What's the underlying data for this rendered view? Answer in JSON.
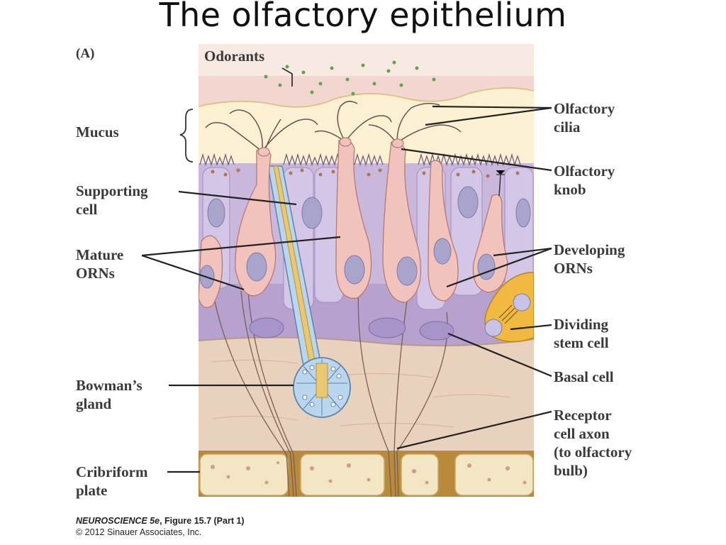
{
  "title": "The olfactory epithelium",
  "panel_label": "(A)",
  "labels": {
    "odorants": "Odorants",
    "mucus": "Mucus",
    "supporting_cell": [
      "Supporting",
      "cell"
    ],
    "mature_orns": [
      "Mature",
      "ORNs"
    ],
    "bowmans_gland": [
      "Bowman’s",
      "gland"
    ],
    "cribriform_plate": [
      "Cribriform",
      "plate"
    ],
    "olfactory_cilia": [
      "Olfactory",
      "cilia"
    ],
    "olfactory_knob": [
      "Olfactory",
      "knob"
    ],
    "developing_orns": [
      "Developing",
      "ORNs"
    ],
    "dividing_stem_cell": [
      "Dividing",
      "stem cell"
    ],
    "basal_cell": "Basal cell",
    "receptor_cell_axon": [
      "Receptor",
      "cell axon",
      "(to olfactory",
      "bulb)"
    ]
  },
  "credit": {
    "book_italic": "NEUROSCIENCE 5e",
    "book_rest": ", Figure 15.7 (Part 1)",
    "copyright": "© 2012 Sinauer Associates, Inc."
  },
  "colors": {
    "air": "#f3d6cf",
    "mucus": "#fbf1d2",
    "epithelium": "#c9b8dc",
    "lamina": "#e9d2bd",
    "bone": "#f2e6c4",
    "orn": "#f2c3bd",
    "gland": "#b9d6ee",
    "stem_cell": "#f2b940"
  }
}
